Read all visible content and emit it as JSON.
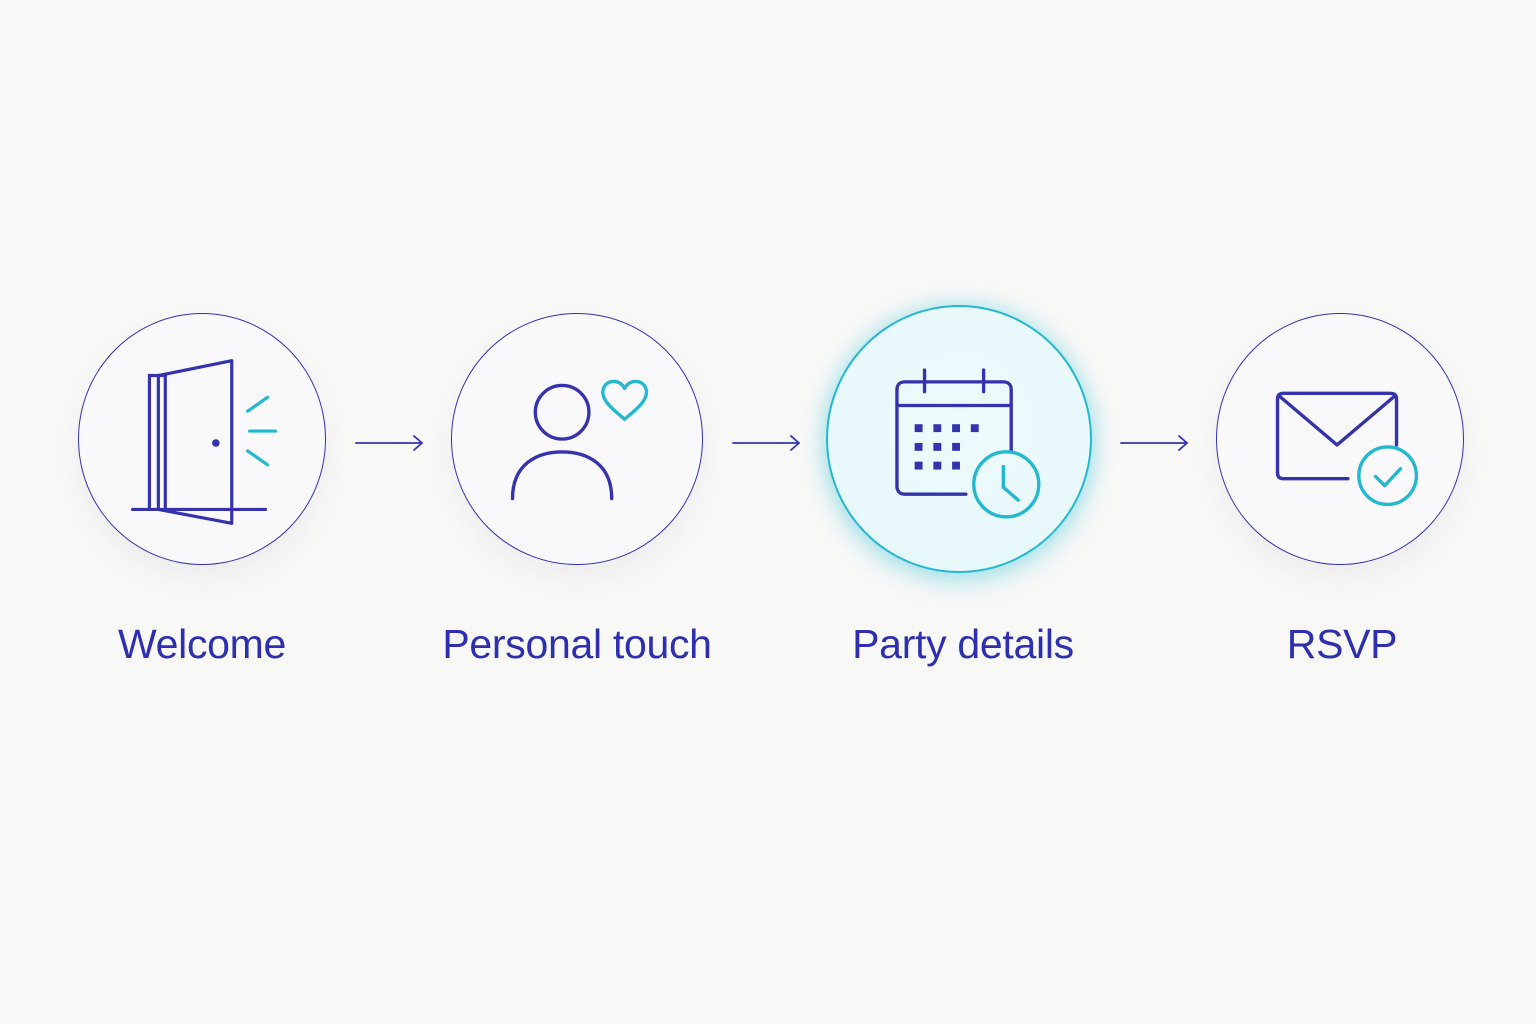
{
  "colors": {
    "primary": "#3433ad",
    "accent": "#22b8cf",
    "background": "#f8f8f7"
  },
  "steps": [
    {
      "label": "Welcome",
      "icon": "open-door-icon",
      "active": false
    },
    {
      "label": "Personal touch",
      "icon": "person-heart-icon",
      "active": false
    },
    {
      "label": "Party details",
      "icon": "calendar-clock-icon",
      "active": true
    },
    {
      "label": "RSVP",
      "icon": "envelope-check-icon",
      "active": false
    }
  ]
}
